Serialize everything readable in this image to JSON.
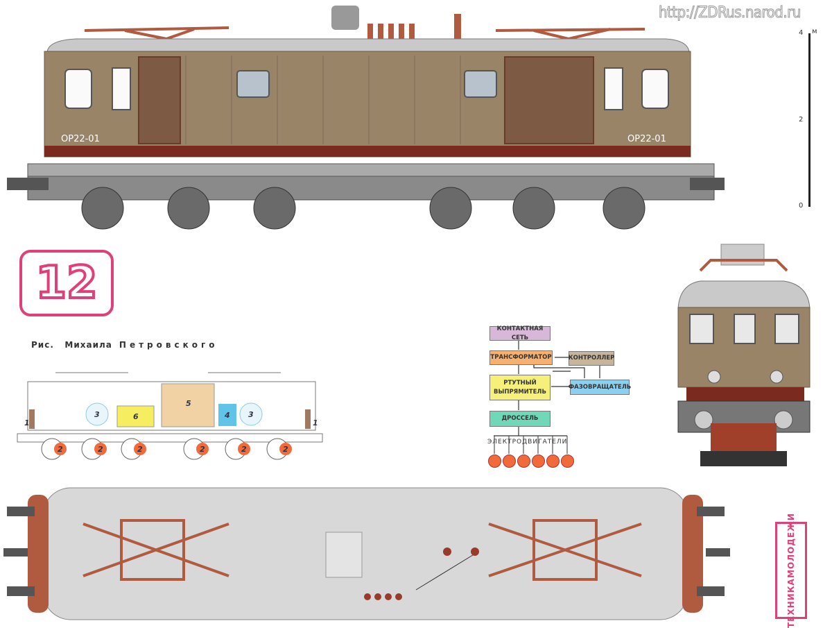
{
  "watermark": "http://ZDRus.narod.ru",
  "scale": {
    "unit": "м",
    "ticks": [
      "4",
      "2",
      "0"
    ]
  },
  "locomotive_number": "ОР22-01",
  "badge_number": "12",
  "credit": {
    "prefix": "Рис.",
    "first_name": "Михаила",
    "last_name": "Петровского"
  },
  "schematic": {
    "labels": [
      "1",
      "3",
      "6",
      "5",
      "4",
      "3",
      "1"
    ],
    "motor_label": "2"
  },
  "block_diagram": {
    "boxes": {
      "contact_network": "КОНТАКТНАЯ СЕТЬ",
      "transformer": "ТРАНСФОРМАТОР",
      "controller": "КОНТРОЛЛЕР",
      "rectifier": "РТУТНЫЙ ВЫПРЯМИТЕЛЬ",
      "phase_shifter": "ФАЗОВРАЩАТЕЛЬ",
      "choke": "ДРОССЕЛЬ"
    },
    "motors_label": "ЭЛЕКТРОДВИГАТЕЛИ",
    "motor_count": 6,
    "colors": {
      "contact_network": "#d8b8d8",
      "transformer": "#f6b070",
      "controller": "#c8b49a",
      "rectifier": "#f6f07a",
      "phase_shifter": "#8cd0f0",
      "choke": "#70d8b8",
      "motor": "#f06a3a"
    }
  },
  "logo": {
    "line1": "Техника",
    "line2": "молодежи"
  },
  "colors": {
    "body": "#9a8468",
    "roof": "#c9c9c9",
    "frame": "#6e6e6e",
    "accent": "#e0407a",
    "pantograph": "#b05a40"
  }
}
